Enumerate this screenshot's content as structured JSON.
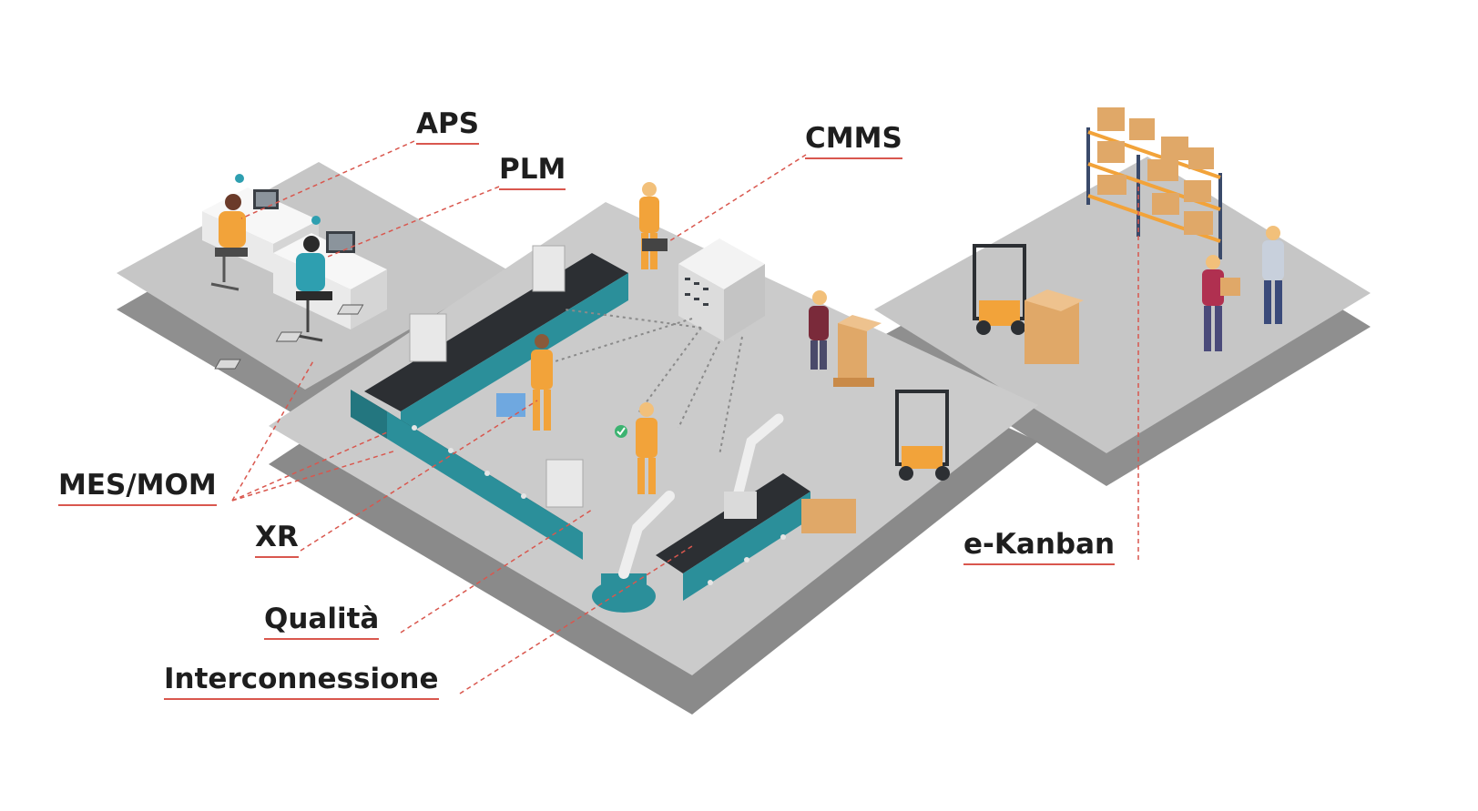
{
  "colors": {
    "accent_line": "#d9574e",
    "platform_top": "#c6c6c6",
    "platform_side": "#8f8f8f",
    "conveyor_teal": "#2b8f9a",
    "belt": "#2c2f33",
    "box": "#e0a868",
    "worker_orange": "#f2a33a",
    "worker_teal": "#2e9fb0",
    "label_text": "#1e1e1e"
  },
  "labels": {
    "aps": "APS",
    "plm": "PLM",
    "cmms": "CMMS",
    "mes": "MES/MOM",
    "xr": "XR",
    "qualita": "Qualità",
    "interconnessione": "Interconnessione",
    "ekanban": "e-Kanban"
  },
  "icons": [
    "workstation-icon",
    "conveyor-icon",
    "robot-arm-icon",
    "server-rack-icon",
    "forklift-icon",
    "shelving-icon",
    "pallet-jack-icon",
    "worker-icon",
    "checkmark-icon"
  ]
}
